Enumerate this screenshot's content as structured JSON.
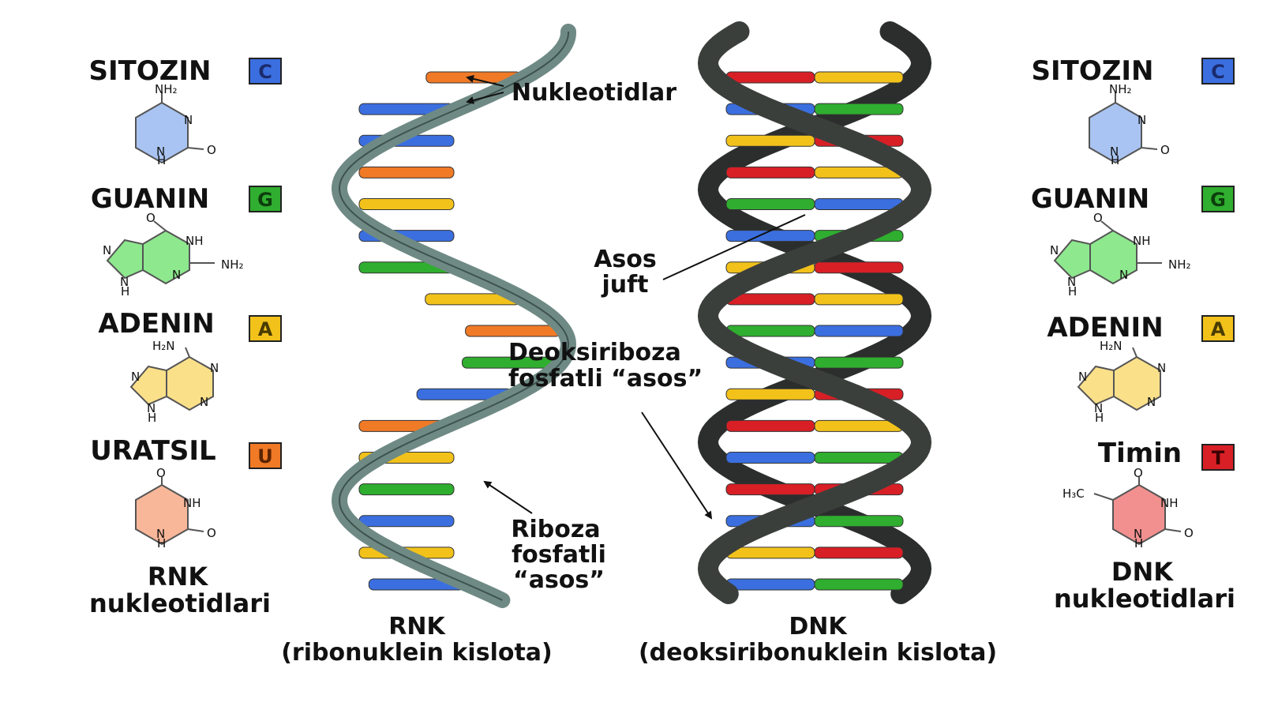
{
  "colors": {
    "cytosine": "#3b6fe0",
    "guanine": "#2fae2f",
    "adenine": "#f2c21b",
    "uracil": "#f07a26",
    "thymine": "#d81f26",
    "rna_backbone": "#6f8a84",
    "dna_backbone": "#3b3f3c",
    "cytosine_ring": "#a9c4f2",
    "guanine_ring": "#8ee88e",
    "adenine_ring": "#fbe08a",
    "uracil_ring": "#f9b79a",
    "thymine_ring": "#f29090"
  },
  "left": {
    "title": "RNK nukleotidlari",
    "title_line1": "RNK",
    "title_line2": "nukleotidlari",
    "bases": [
      {
        "name": "SITOZIN",
        "letter": "C",
        "color_key": "cytosine"
      },
      {
        "name": "GUANIN",
        "letter": "G",
        "color_key": "guanine"
      },
      {
        "name": "ADENIN",
        "letter": "A",
        "color_key": "adenine"
      },
      {
        "name": "URATSIL",
        "letter": "U",
        "color_key": "uracil"
      }
    ]
  },
  "right": {
    "title_line1": "DNK",
    "title_line2": "nukleotidlari",
    "bases": [
      {
        "name": "SITOZIN",
        "letter": "C",
        "color_key": "cytosine"
      },
      {
        "name": "GUANIN",
        "letter": "G",
        "color_key": "guanine"
      },
      {
        "name": "ADENIN",
        "letter": "A",
        "color_key": "adenine"
      },
      {
        "name": "Timin",
        "letter": "T",
        "color_key": "thymine"
      }
    ]
  },
  "chem": {
    "nh2": "NH₂",
    "h2n": "H₂N",
    "h3c": "H₃C",
    "n": "N",
    "nh": "NH",
    "h": "H",
    "o": "O"
  },
  "annotations": {
    "nucleotides": "Nukleotidlar",
    "base_pair_1": "Asos",
    "base_pair_2": "juft",
    "deoxyribose_1": "Deoksiriboza",
    "deoxyribose_2": "fosfatli “asos”",
    "ribose_1": "Riboza",
    "ribose_2": "fosfatli",
    "ribose_3": "“asos”"
  },
  "captions": {
    "rna_1": "RNK",
    "rna_2": "(ribonuklein kislota)",
    "dna_1": "DNK",
    "dna_2": "(deoksiribonuklein kislota)"
  },
  "rna_rungs": [
    "uracil",
    "cytosine",
    "cytosine",
    "uracil",
    "adenine",
    "cytosine",
    "guanine",
    "adenine",
    "uracil",
    "guanine",
    "cytosine",
    "uracil",
    "adenine",
    "guanine",
    "cytosine",
    "adenine",
    "cytosine"
  ],
  "dna_pairs": [
    [
      "thymine",
      "adenine"
    ],
    [
      "cytosine",
      "guanine"
    ],
    [
      "adenine",
      "thymine"
    ],
    [
      "thymine",
      "adenine"
    ],
    [
      "guanine",
      "cytosine"
    ],
    [
      "cytosine",
      "guanine"
    ],
    [
      "adenine",
      "thymine"
    ],
    [
      "thymine",
      "adenine"
    ],
    [
      "guanine",
      "cytosine"
    ],
    [
      "cytosine",
      "guanine"
    ],
    [
      "adenine",
      "thymine"
    ],
    [
      "thymine",
      "adenine"
    ],
    [
      "cytosine",
      "guanine"
    ],
    [
      "thymine",
      "thymine"
    ],
    [
      "cytosine",
      "guanine"
    ],
    [
      "adenine",
      "thymine"
    ],
    [
      "cytosine",
      "guanine"
    ]
  ]
}
